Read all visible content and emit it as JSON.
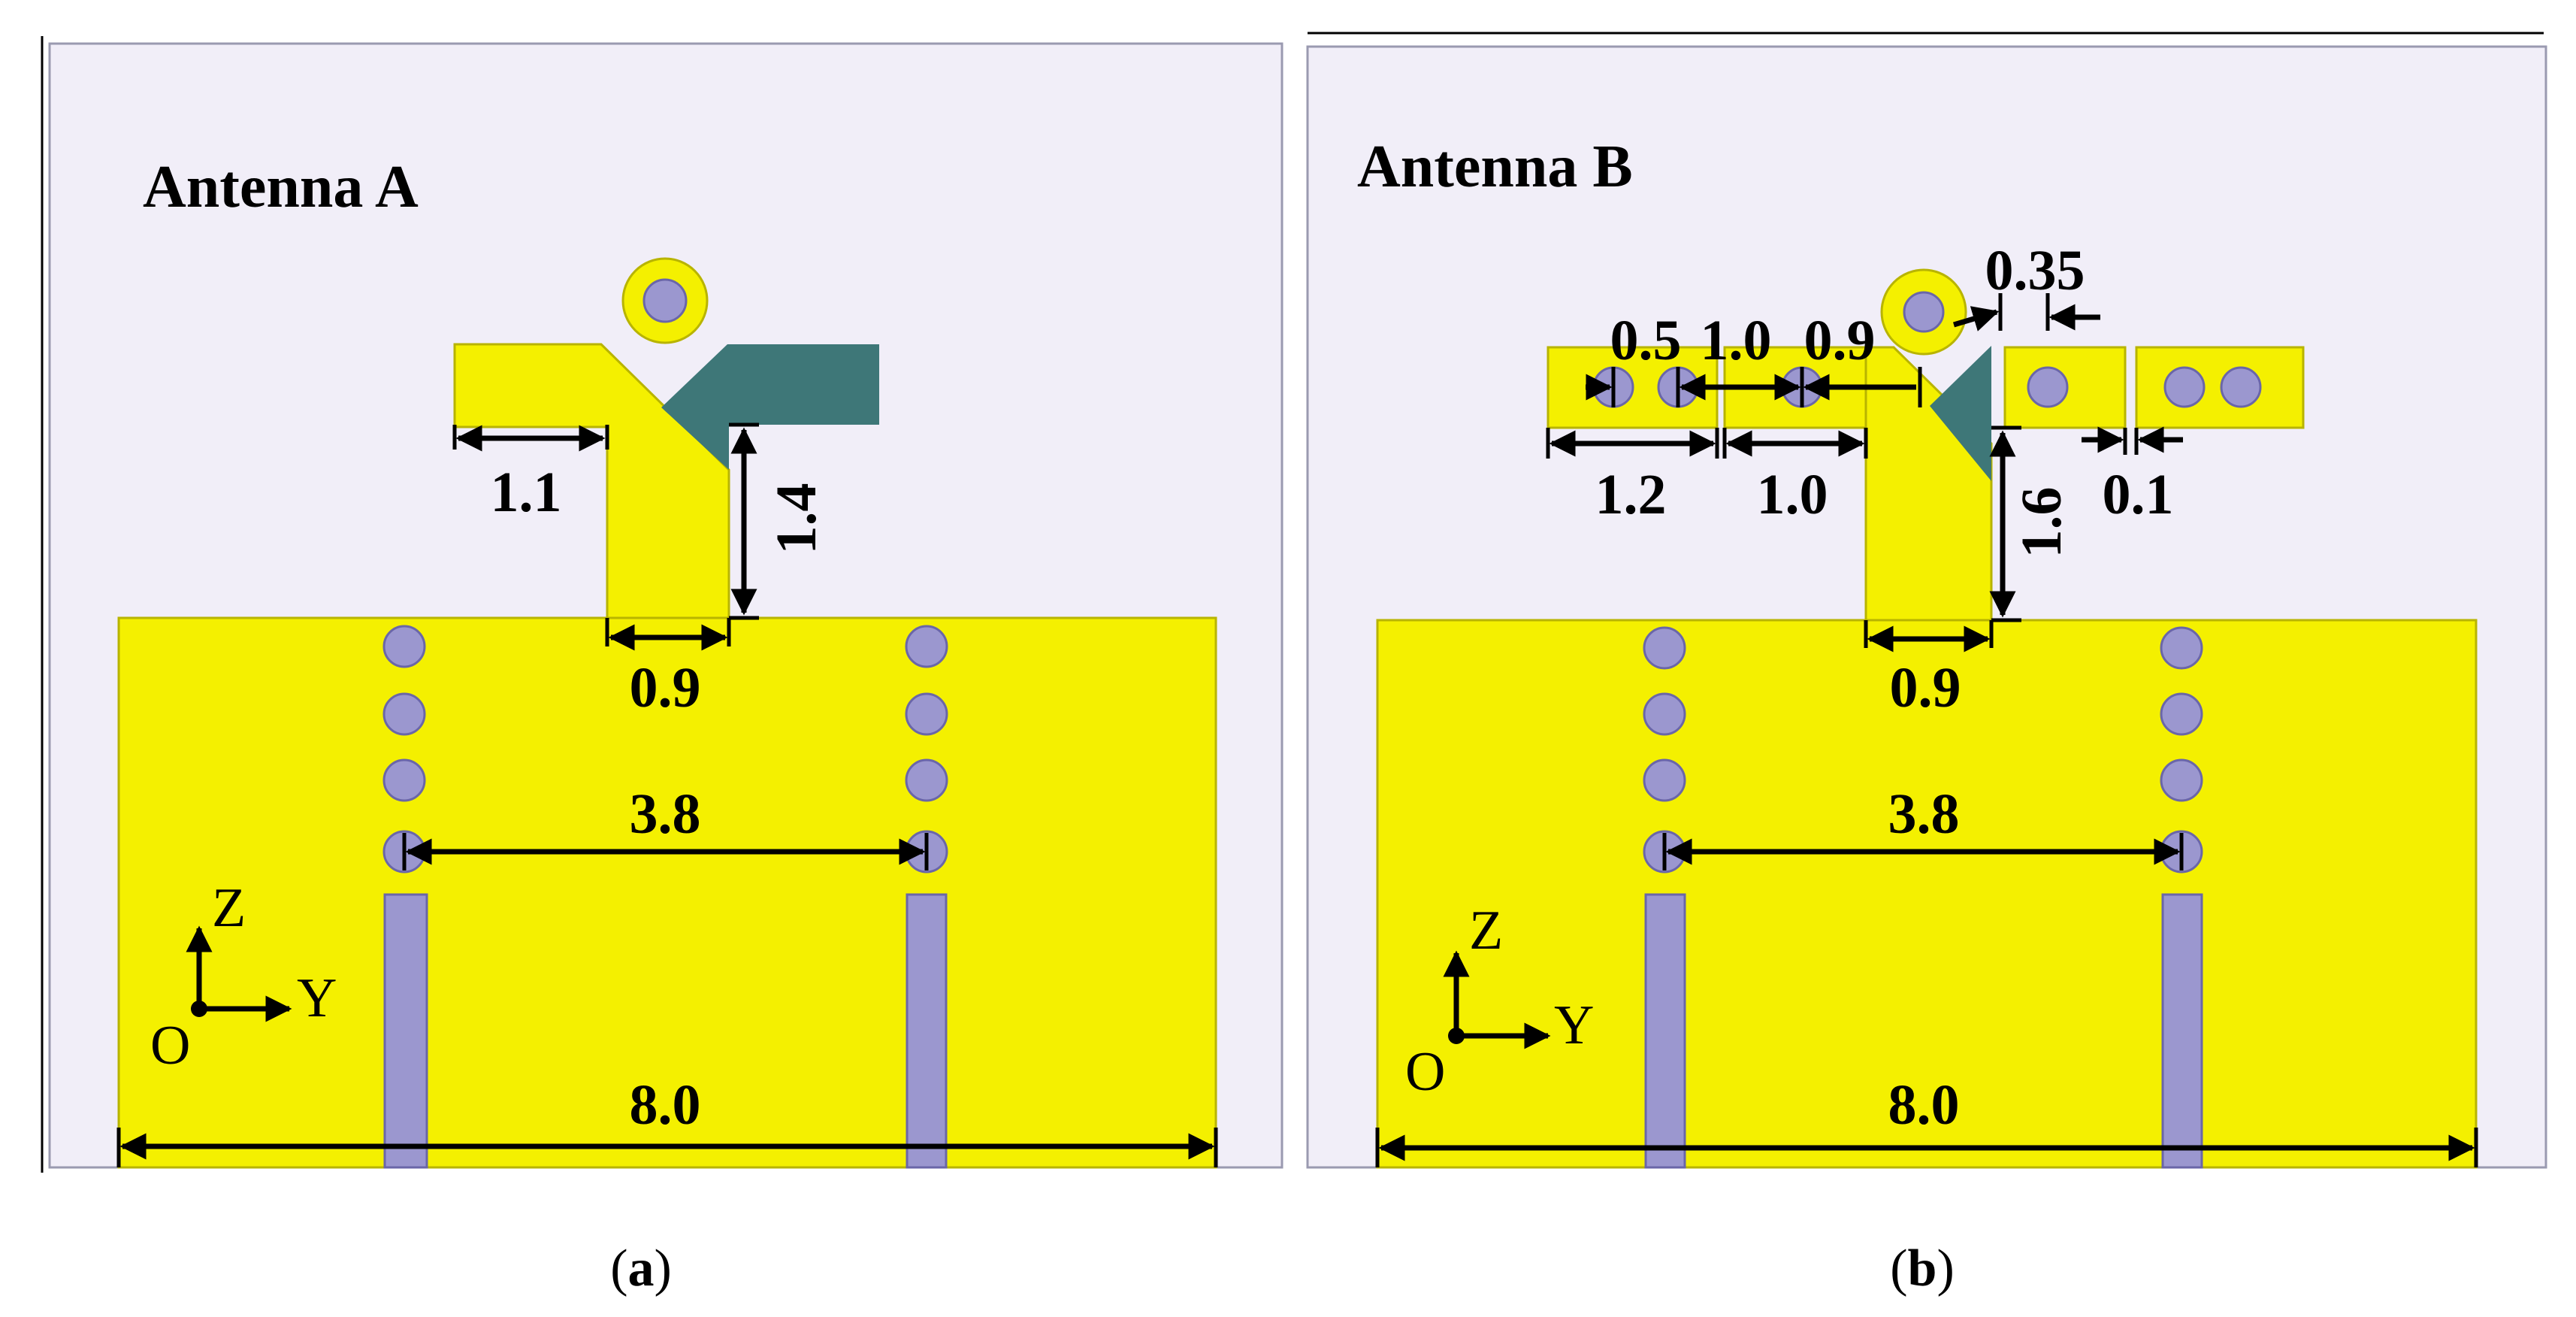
{
  "colors": {
    "panel_background": "#f1eef8",
    "copper": "#f4f000",
    "copper_edge": "#b8b400",
    "via": "#9b97cf",
    "via_edge": "#6a66a8",
    "feed_patch": "#3e7778",
    "frame": "#9a9ab0",
    "text": "#000000"
  },
  "icons": {
    "coax_feed": "ring-with-via-icon",
    "coordinate_axes": "axis-arrows-icon"
  },
  "panels": [
    {
      "id": "a",
      "title": "Antenna A",
      "caption_prefix": "(",
      "caption_letter": "a",
      "caption_suffix": ")",
      "dimensions": {
        "arm_length": "1.1",
        "gap_height": "1.4",
        "feed_width": "0.9",
        "via_spacing": "3.8",
        "ground_width": "8.0"
      },
      "axes": {
        "vertical": "Z",
        "horizontal": "Y",
        "origin": "O"
      }
    },
    {
      "id": "b",
      "title": "Antenna B",
      "caption_prefix": "(",
      "caption_letter": "b",
      "caption_suffix": ")",
      "dimensions": {
        "via_gap": "0.5",
        "mid_gap": "1.0",
        "via_offset": "0.9",
        "parasitic_gap": "0.35",
        "left_patch_width": "1.2",
        "arm_length": "1.0",
        "patch_gap": "0.1",
        "gap_height": "1.6",
        "feed_width": "0.9",
        "via_spacing": "3.8",
        "ground_width": "8.0"
      },
      "axes": {
        "vertical": "Z",
        "horizontal": "Y",
        "origin": "O"
      }
    }
  ]
}
